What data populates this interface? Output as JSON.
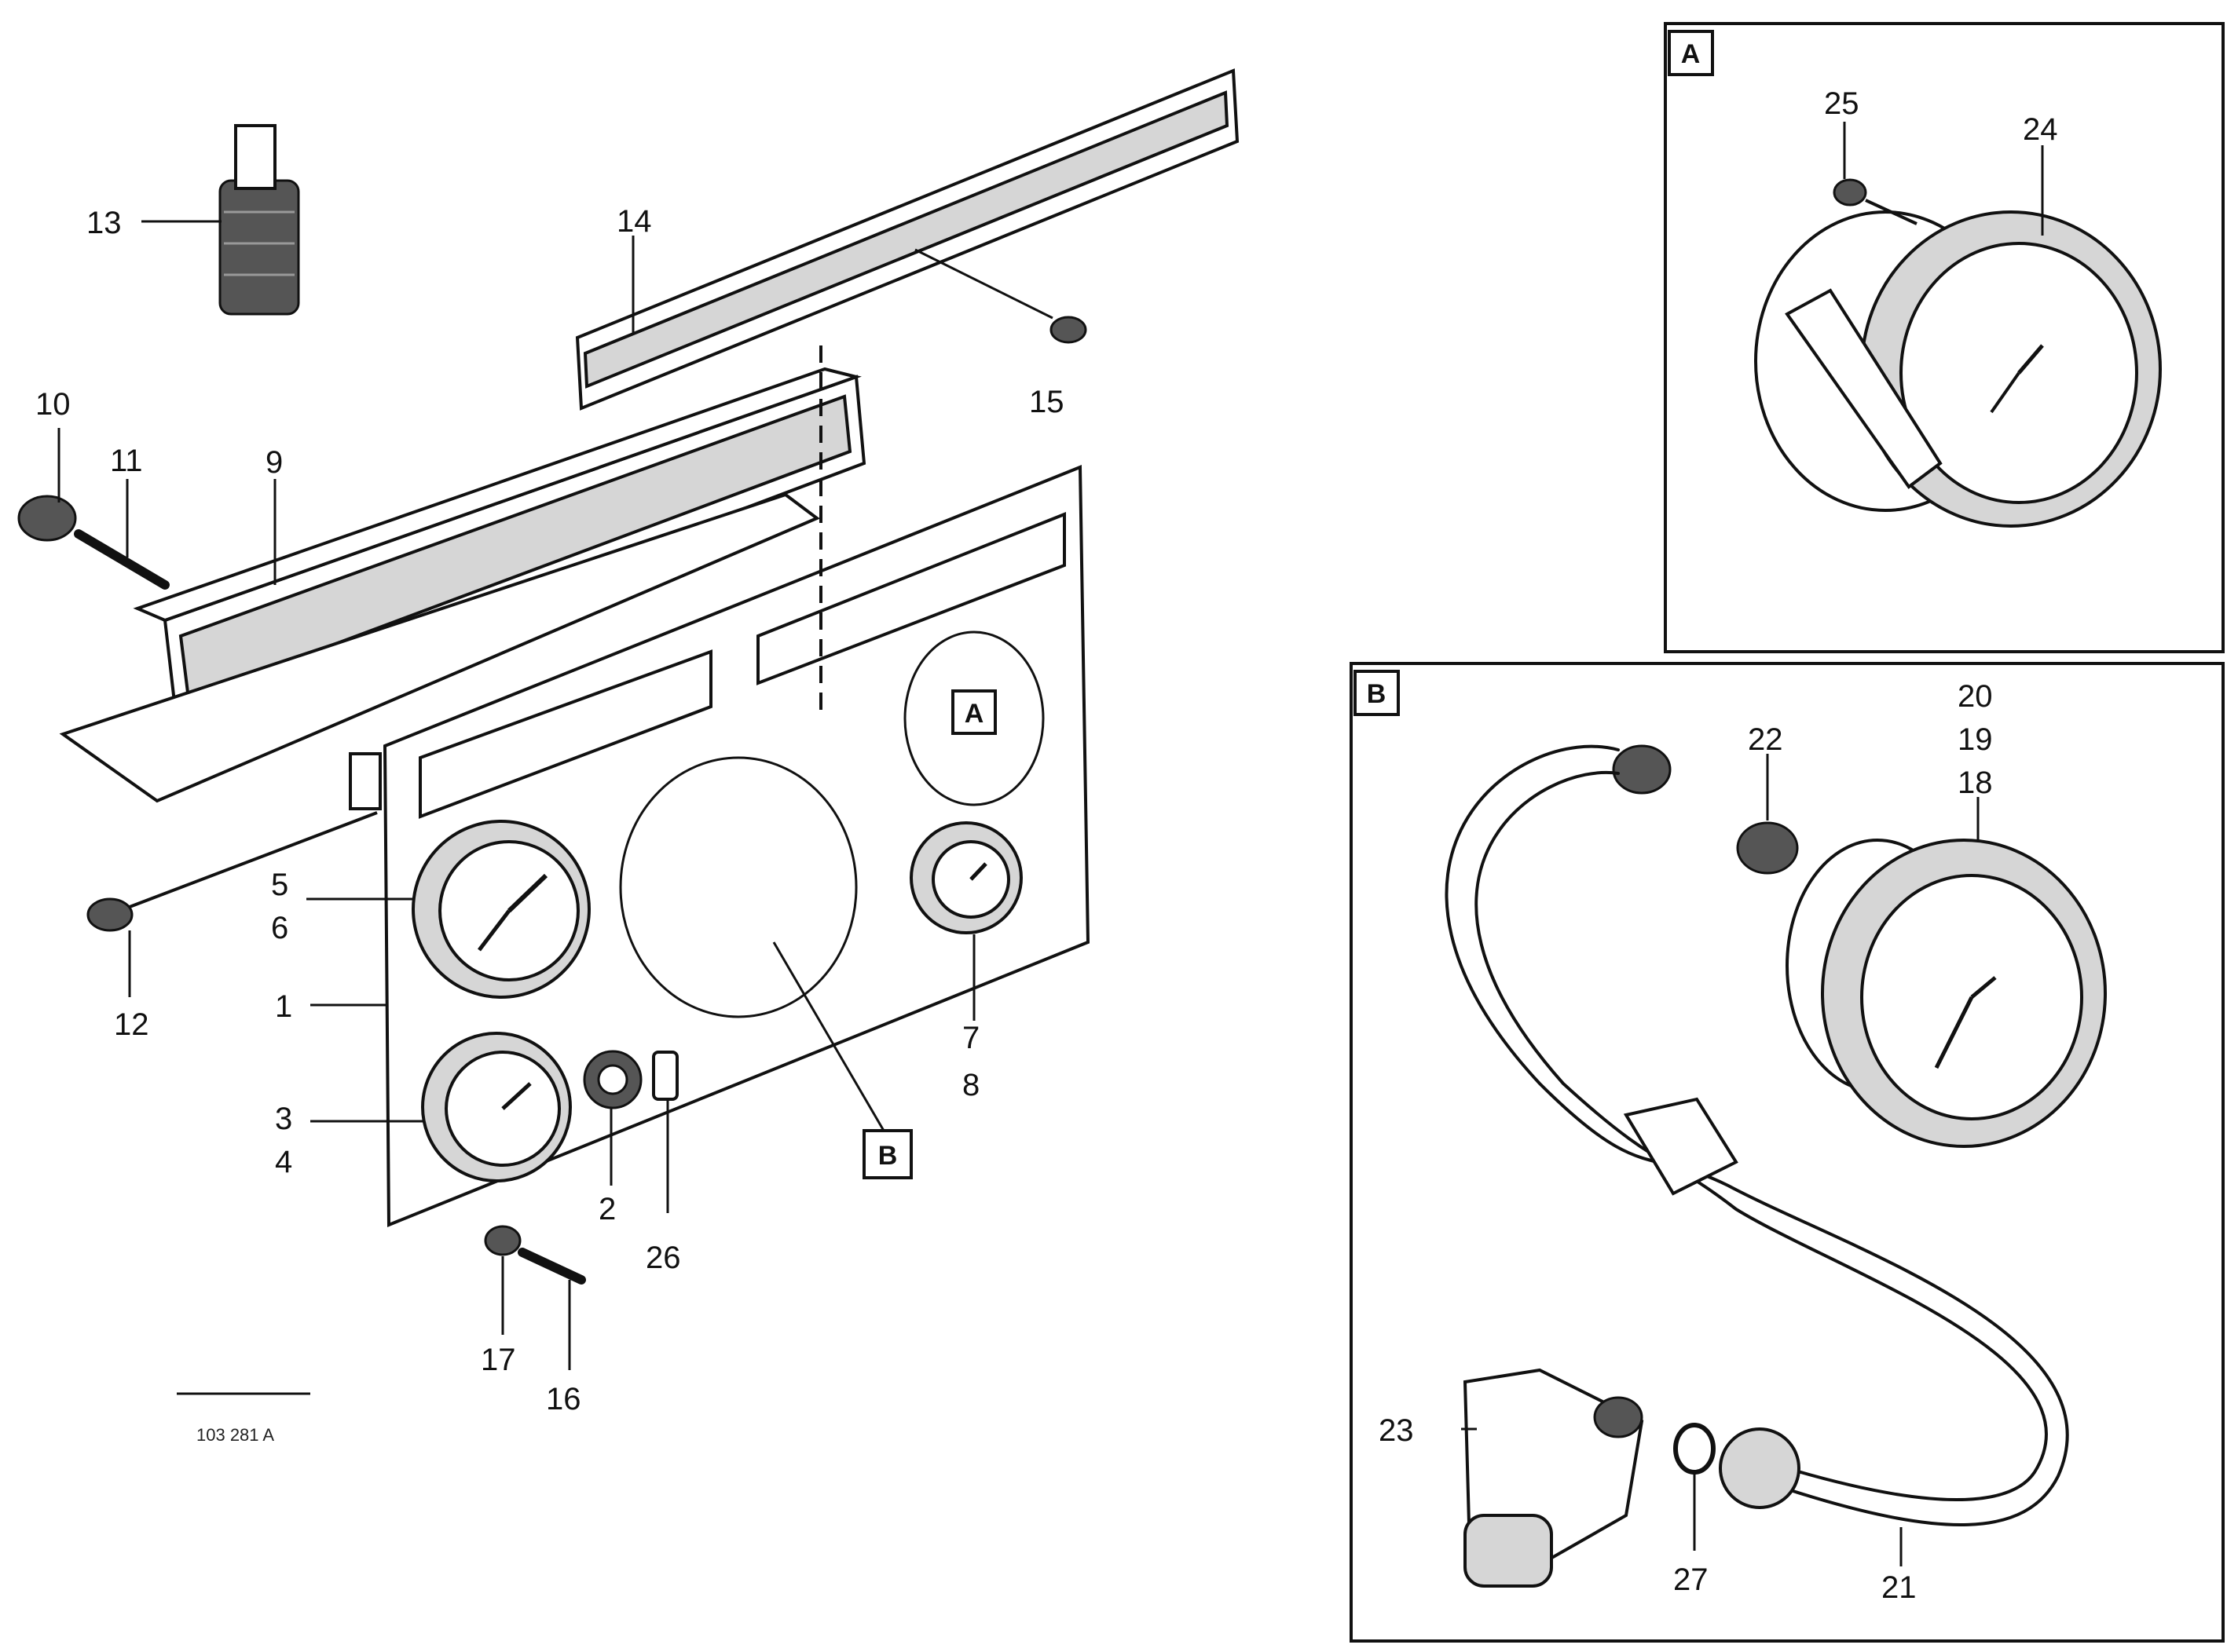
{
  "main": {
    "labels": {
      "l1": "1",
      "l2": "2",
      "l3": "3",
      "l4": "4",
      "l5": "5",
      "l6": "6",
      "l7": "7",
      "l8": "8",
      "l9": "9",
      "l10": "10",
      "l11": "11",
      "l12": "12",
      "l13": "13",
      "l14": "14",
      "l15": "15",
      "l16": "16",
      "l17": "17",
      "l26": "26"
    },
    "ref_a": "A",
    "ref_b": "B",
    "drawing_code": "103 281 A"
  },
  "detail_a": {
    "frame_label": "A",
    "labels": {
      "l24": "24",
      "l25": "25"
    }
  },
  "detail_b": {
    "frame_label": "B",
    "labels": {
      "l18": "18",
      "l19": "19",
      "l20": "20",
      "l21": "21",
      "l22": "22",
      "l23": "23",
      "l27": "27"
    }
  }
}
